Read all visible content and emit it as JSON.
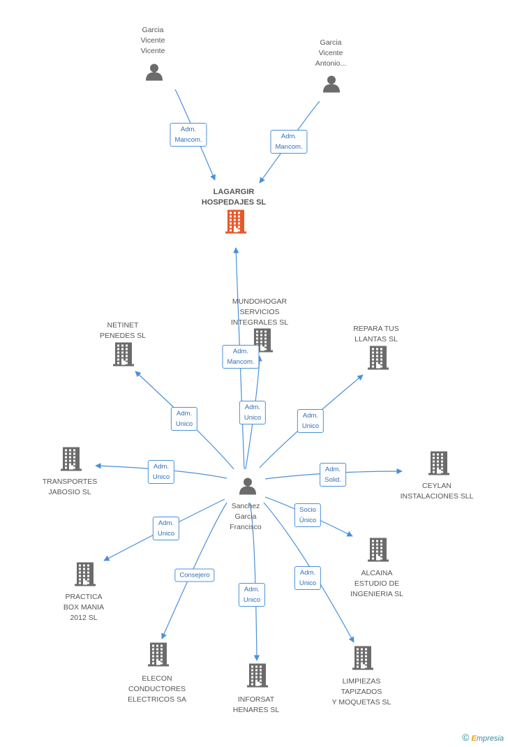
{
  "colors": {
    "edge": "#4a90d9",
    "person": "#6b6b6b",
    "company": "#6b6b6b",
    "target": "#e8582a"
  },
  "persons": [
    {
      "id": "p1",
      "label": "Garcia\nVicente\nVicente",
      "icon": "person-icon"
    },
    {
      "id": "p2",
      "label": "Garcia\nVicente\nAntonio...",
      "icon": "person-icon"
    },
    {
      "id": "p3",
      "label": "Sanchez\nGarcia\nFrancisco",
      "icon": "person-icon"
    }
  ],
  "target": {
    "id": "c0",
    "label": "LAGARGIR\nHOSPEDAJES SL",
    "icon": "building-icon"
  },
  "companies": [
    {
      "id": "c1",
      "label": "MUNDOHOGAR\nSERVICIOS\nINTEGRALES SL"
    },
    {
      "id": "c2",
      "label": "NETINET\nPENEDES SL"
    },
    {
      "id": "c3",
      "label": "REPARA TUS\nLLANTAS SL"
    },
    {
      "id": "c4",
      "label": "TRANSPORTES\nJABOSIO SL"
    },
    {
      "id": "c5",
      "label": "CEYLAN\nINSTALACIONES SLL"
    },
    {
      "id": "c6",
      "label": "ALCAINA\nESTUDIO DE\nINGENIERIA SL"
    },
    {
      "id": "c7",
      "label": "PRACTICA\nBOX MANIA\n2012 SL"
    },
    {
      "id": "c8",
      "label": "ELECON\nCONDUCTORES\nELECTRICOS SA"
    },
    {
      "id": "c9",
      "label": "INFORSAT\nHENARES SL"
    },
    {
      "id": "c10",
      "label": "LIMPIEZAS\nTAPIZADOS\nY MOQUETAS SL"
    }
  ],
  "relations": [
    {
      "from": "p1",
      "to": "c0",
      "label": "Adm.\nMancom."
    },
    {
      "from": "p2",
      "to": "c0",
      "label": "Adm.\nMancom."
    },
    {
      "from": "p3",
      "to": "c0",
      "label": "Adm.\nMancom."
    },
    {
      "from": "p3",
      "to": "c1",
      "label": "Adm.\nUnico"
    },
    {
      "from": "p3",
      "to": "c2",
      "label": "Adm.\nUnico"
    },
    {
      "from": "p3",
      "to": "c3",
      "label": "Adm.\nUnico"
    },
    {
      "from": "p3",
      "to": "c4",
      "label": "Adm.\nUnico"
    },
    {
      "from": "p3",
      "to": "c5",
      "label": "Adm.\nSolid."
    },
    {
      "from": "p3",
      "to": "c6",
      "label": "Socio\nÚnico"
    },
    {
      "from": "p3",
      "to": "c7",
      "label": "Adm.\nUnico"
    },
    {
      "from": "p3",
      "to": "c8",
      "label": "Consejero"
    },
    {
      "from": "p3",
      "to": "c9",
      "label": "Adm.\nUnico"
    },
    {
      "from": "p3",
      "to": "c10",
      "label": "Adm.\nUnico"
    }
  ],
  "footer": {
    "copyright": "©",
    "brand_initial": "E",
    "brand_rest": "mpresia"
  }
}
